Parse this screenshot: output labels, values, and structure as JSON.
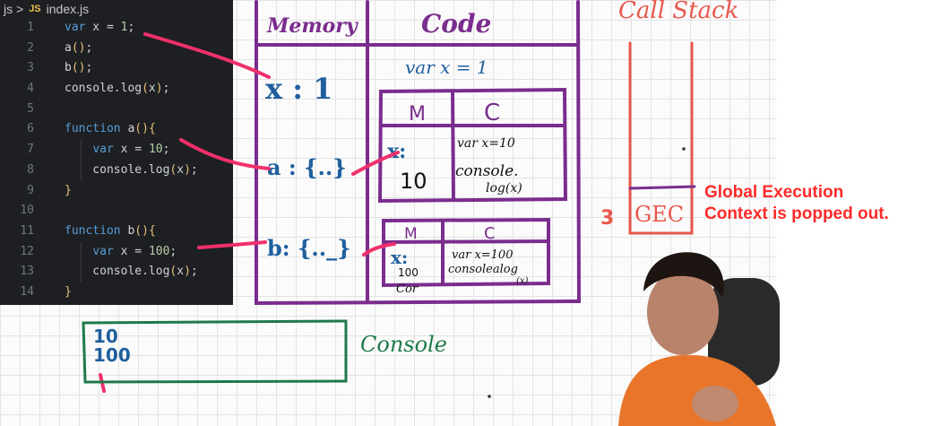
{
  "editor": {
    "breadcrumb_folder": "js >",
    "file_badge": "JS",
    "file_name": "index.js",
    "lines": [
      {
        "n": "1",
        "code": "var x = 1;"
      },
      {
        "n": "2",
        "code": "a();"
      },
      {
        "n": "3",
        "code": "b();"
      },
      {
        "n": "4",
        "code": "console.log(x);"
      },
      {
        "n": "5",
        "code": ""
      },
      {
        "n": "6",
        "code": "function a(){"
      },
      {
        "n": "7",
        "code": "    var x = 10;"
      },
      {
        "n": "8",
        "code": "    console.log(x);"
      },
      {
        "n": "9",
        "code": "}"
      },
      {
        "n": "10",
        "code": ""
      },
      {
        "n": "11",
        "code": "function b(){"
      },
      {
        "n": "12",
        "code": "    var x = 100;"
      },
      {
        "n": "13",
        "code": "    console.log(x);"
      },
      {
        "n": "14",
        "code": "}"
      }
    ]
  },
  "diagram": {
    "memory_header": "Memory",
    "code_header": "Code",
    "global_code": "var x = 1",
    "mem_x": "x : 1",
    "mem_a": "a : {..}",
    "mem_b": "b: {.._}",
    "ctx_a": {
      "m": "M",
      "c": "C",
      "mem_var": "x:",
      "mem_val": "10",
      "code_1": "var x=10",
      "code_2": "console.",
      "code_3": "log(x)"
    },
    "ctx_b": {
      "m": "M",
      "c": "C",
      "mem_var": "x:",
      "mem_val": "100",
      "mem_extra": "Cor",
      "code_1": "var x=100",
      "code_2": "consolealog",
      "code_3": "(x)"
    },
    "callstack_title": "Call Stack",
    "callstack_item": "GEC",
    "callstack_mark": "3",
    "console_label": "Console",
    "console_lines": [
      "10",
      "100"
    ]
  },
  "caption": {
    "line1": "Global Execution",
    "line2": "Context is popped out."
  },
  "colors": {
    "purple": "#7b2d8e",
    "blue": "#1f5f9e",
    "red": "#ff2a2a",
    "stack": "#e8584d",
    "green": "#1f7a4a",
    "pink": "#f0306a"
  }
}
